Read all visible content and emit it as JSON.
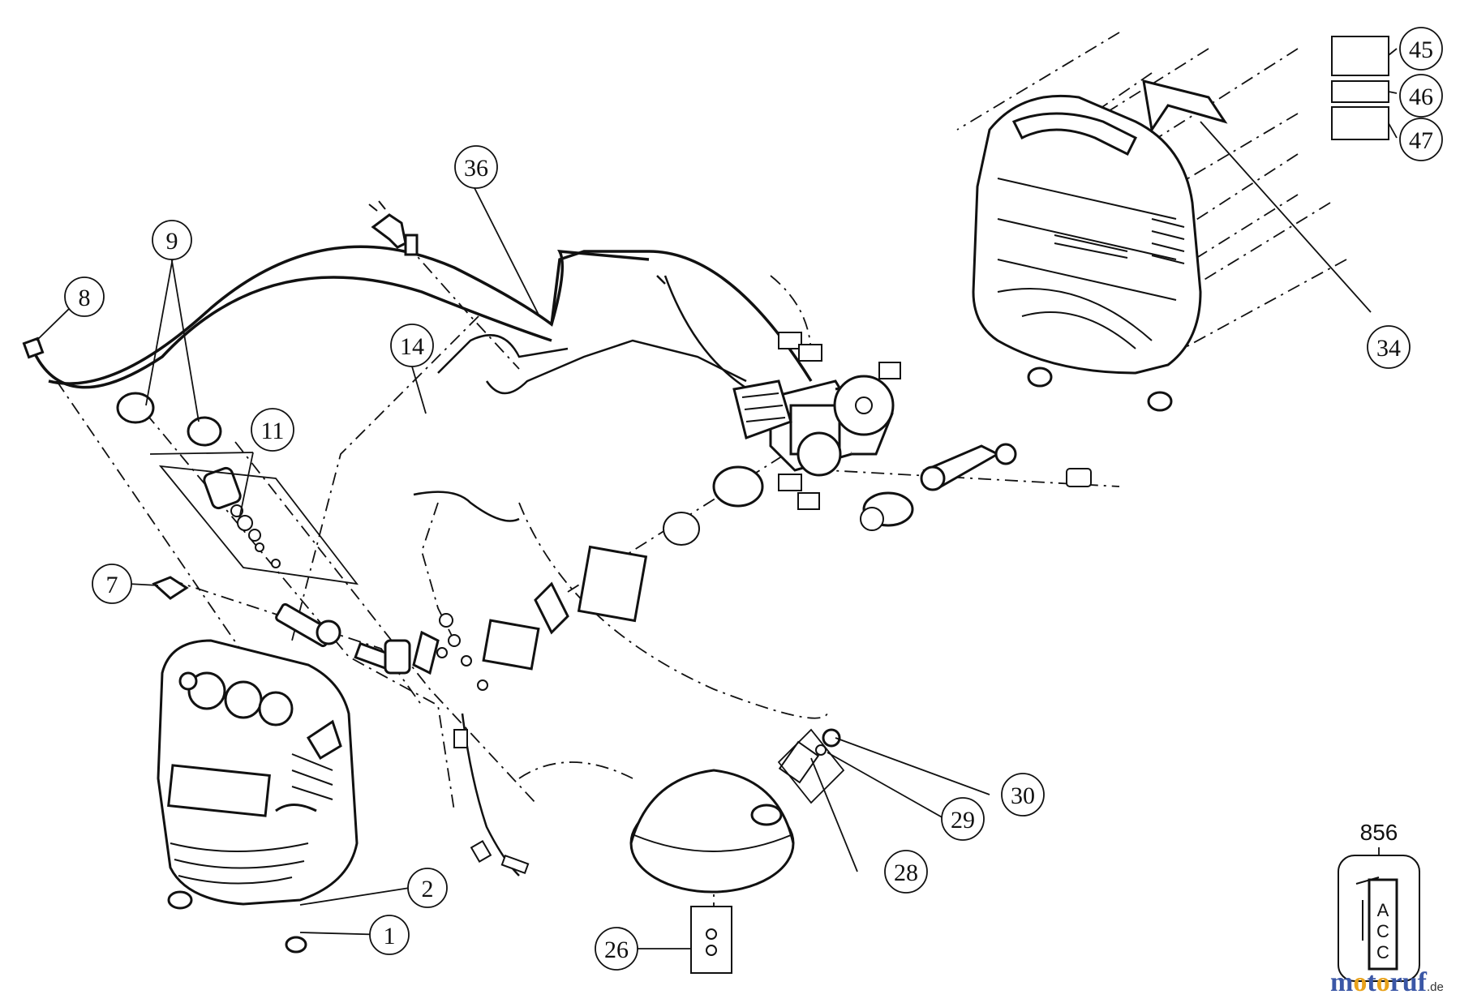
{
  "callouts": [
    {
      "id": "1",
      "label": "1"
    },
    {
      "id": "2",
      "label": "2"
    },
    {
      "id": "7",
      "label": "7"
    },
    {
      "id": "8",
      "label": "8"
    },
    {
      "id": "9",
      "label": "9"
    },
    {
      "id": "11",
      "label": "11"
    },
    {
      "id": "14",
      "label": "14"
    },
    {
      "id": "26",
      "label": "26"
    },
    {
      "id": "28",
      "label": "28"
    },
    {
      "id": "29",
      "label": "29"
    },
    {
      "id": "30",
      "label": "30"
    },
    {
      "id": "34",
      "label": "34"
    },
    {
      "id": "36",
      "label": "36"
    },
    {
      "id": "45",
      "label": "45"
    },
    {
      "id": "46",
      "label": "46"
    },
    {
      "id": "47",
      "label": "47"
    }
  ],
  "kit": {
    "number": "856",
    "tag_text": "ACC"
  },
  "watermark": {
    "brand_a": "m",
    "brand_o1": "o",
    "brand_b": "t",
    "brand_o2": "o",
    "brand_c": "ruf",
    "suffix": ".de"
  },
  "colors": {
    "line": "#111111",
    "brand_blue": "#3b57a6",
    "brand_orange": "#e8a21c"
  }
}
